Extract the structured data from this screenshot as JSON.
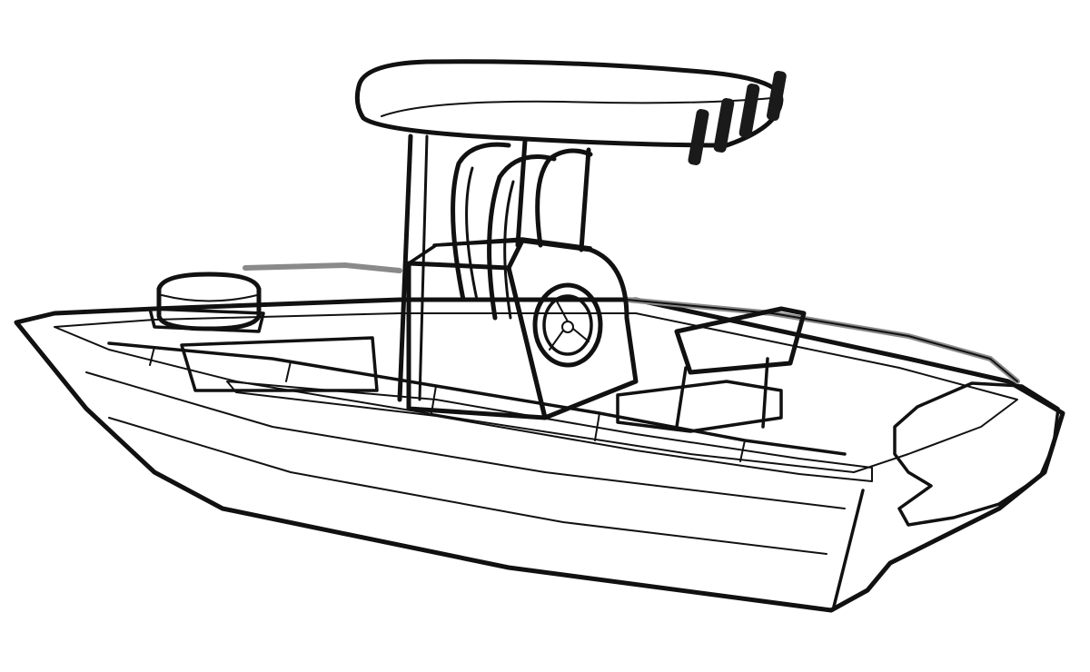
{
  "colors": {
    "background": "#ffffff",
    "outline": "#111111",
    "hull_light": "#f6f6f6",
    "hull_shade": "#cfcfcf",
    "accent_yellow": "#f2cc0f",
    "rail": "#8a8a8a"
  },
  "illustration": {
    "subject": "center-console-boat",
    "highlight_region": "bow-cover-and-gunwale",
    "console_feature": "steering-wheel-icon",
    "top_feature": "t-top-canopy",
    "rod_holders": 4
  }
}
